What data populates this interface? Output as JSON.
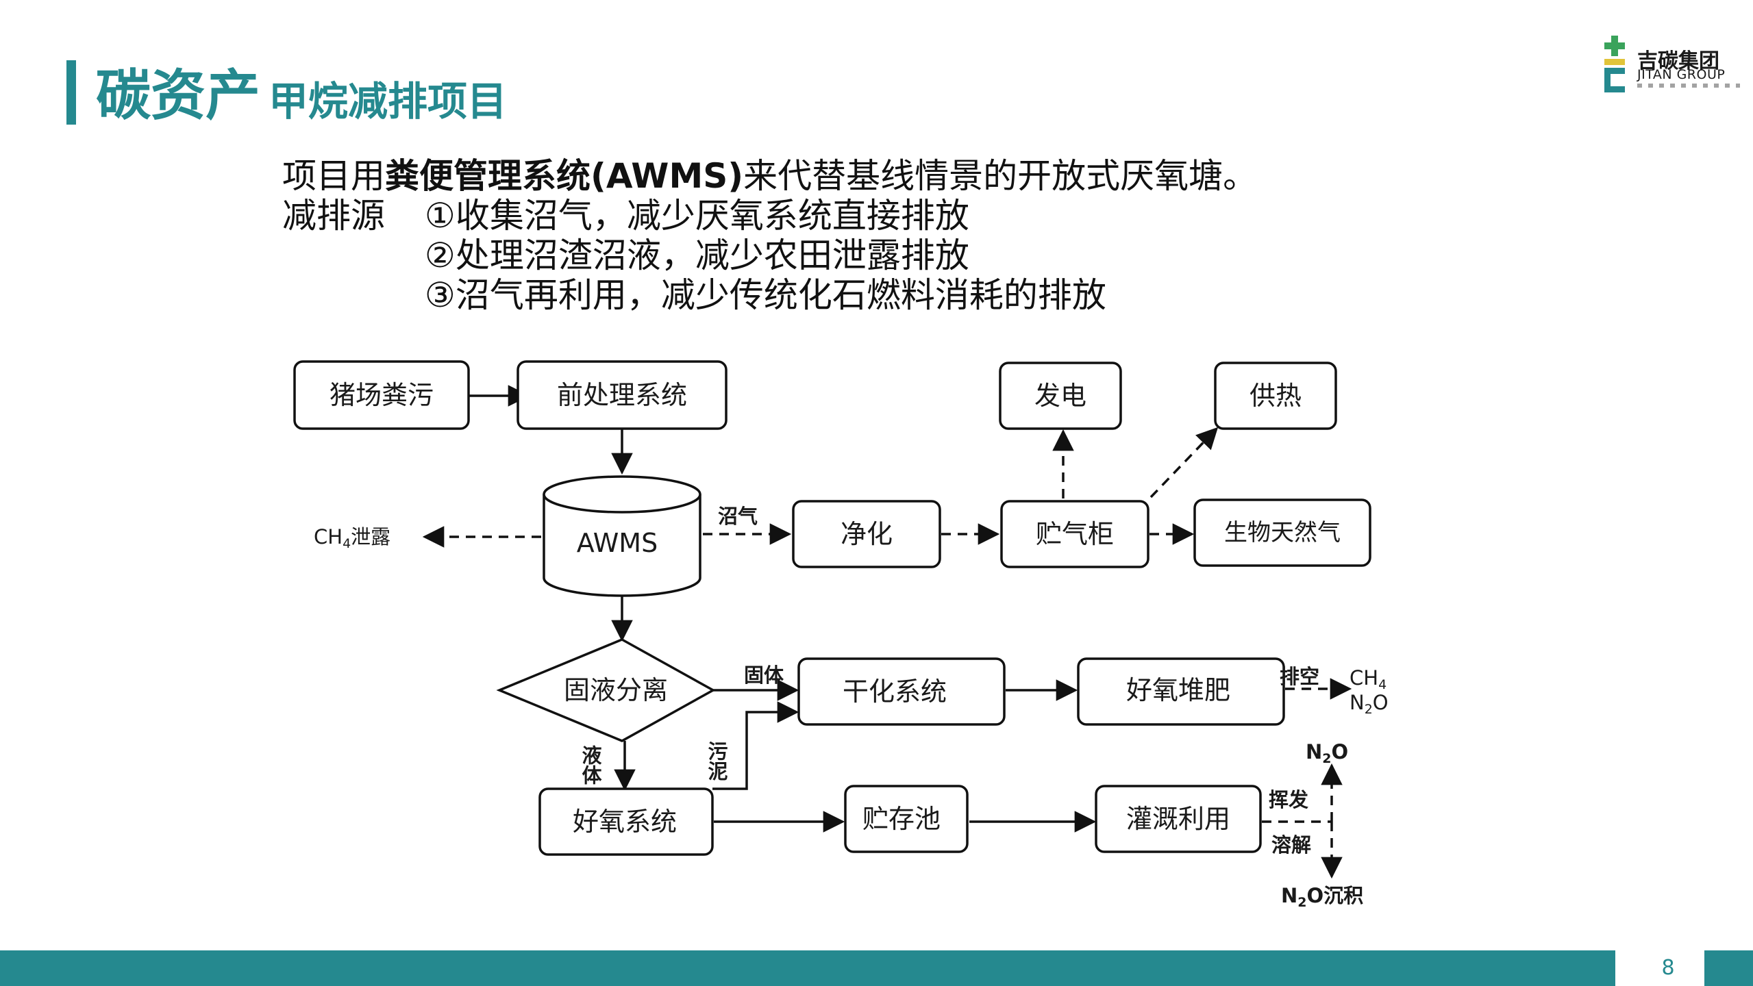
{
  "title": {
    "main": "碳资产",
    "sub": "甲烷减排项目"
  },
  "logo": {
    "name": "吉碳集团",
    "name_en": "JITAN GROUP"
  },
  "description": {
    "line1_prefix": "项目用",
    "line1_bold": "粪便管理系统(AWMS)",
    "line1_suffix": "来代替基线情景的开放式厌氧塘。",
    "sources_label": "减排源",
    "items": [
      "①收集沼气，减少厌氧系统直接排放",
      "②处理沼渣沼液，减少农田泄露排放",
      "③沼气再利用，减少传统化石燃料消耗的排放"
    ]
  },
  "diagram": {
    "nodes": {
      "pig_manure": "猪场粪污",
      "pretreatment": "前处理系统",
      "awms": "AWMS",
      "purify": "净化",
      "gas_holder": "贮气柜",
      "power": "发电",
      "heat": "供热",
      "biogas": "生物天然气",
      "separation": "固液分离",
      "drying": "干化系统",
      "compost": "好氧堆肥",
      "aerobic": "好氧系统",
      "storage": "贮存池",
      "irrigation": "灌溉利用"
    },
    "edge_labels": {
      "biogas": "沼气",
      "ch4_leak_ch": "CH",
      "ch4_leak_sub": "4",
      "ch4_leak_suffix": "泄露",
      "solid": "固体",
      "sludge": "污泥",
      "liquid": "液体",
      "venting": "排空",
      "vent_ch": "CH",
      "vent_ch_sub": "4",
      "vent_n": "N",
      "vent_n_sub": "2",
      "vent_n_suffix": "O",
      "volatilize": "挥发",
      "dissolve": "溶解",
      "n2o_top_n": "N",
      "n2o_top_sub": "2",
      "n2o_top_suffix": "O",
      "n2o_dep_n": "N",
      "n2o_dep_sub": "2",
      "n2o_dep_suffix": "O沉积"
    }
  },
  "footer": {
    "page_number": "8"
  },
  "colors": {
    "brand": "#25898f",
    "logo_green": "#3aa35b"
  }
}
